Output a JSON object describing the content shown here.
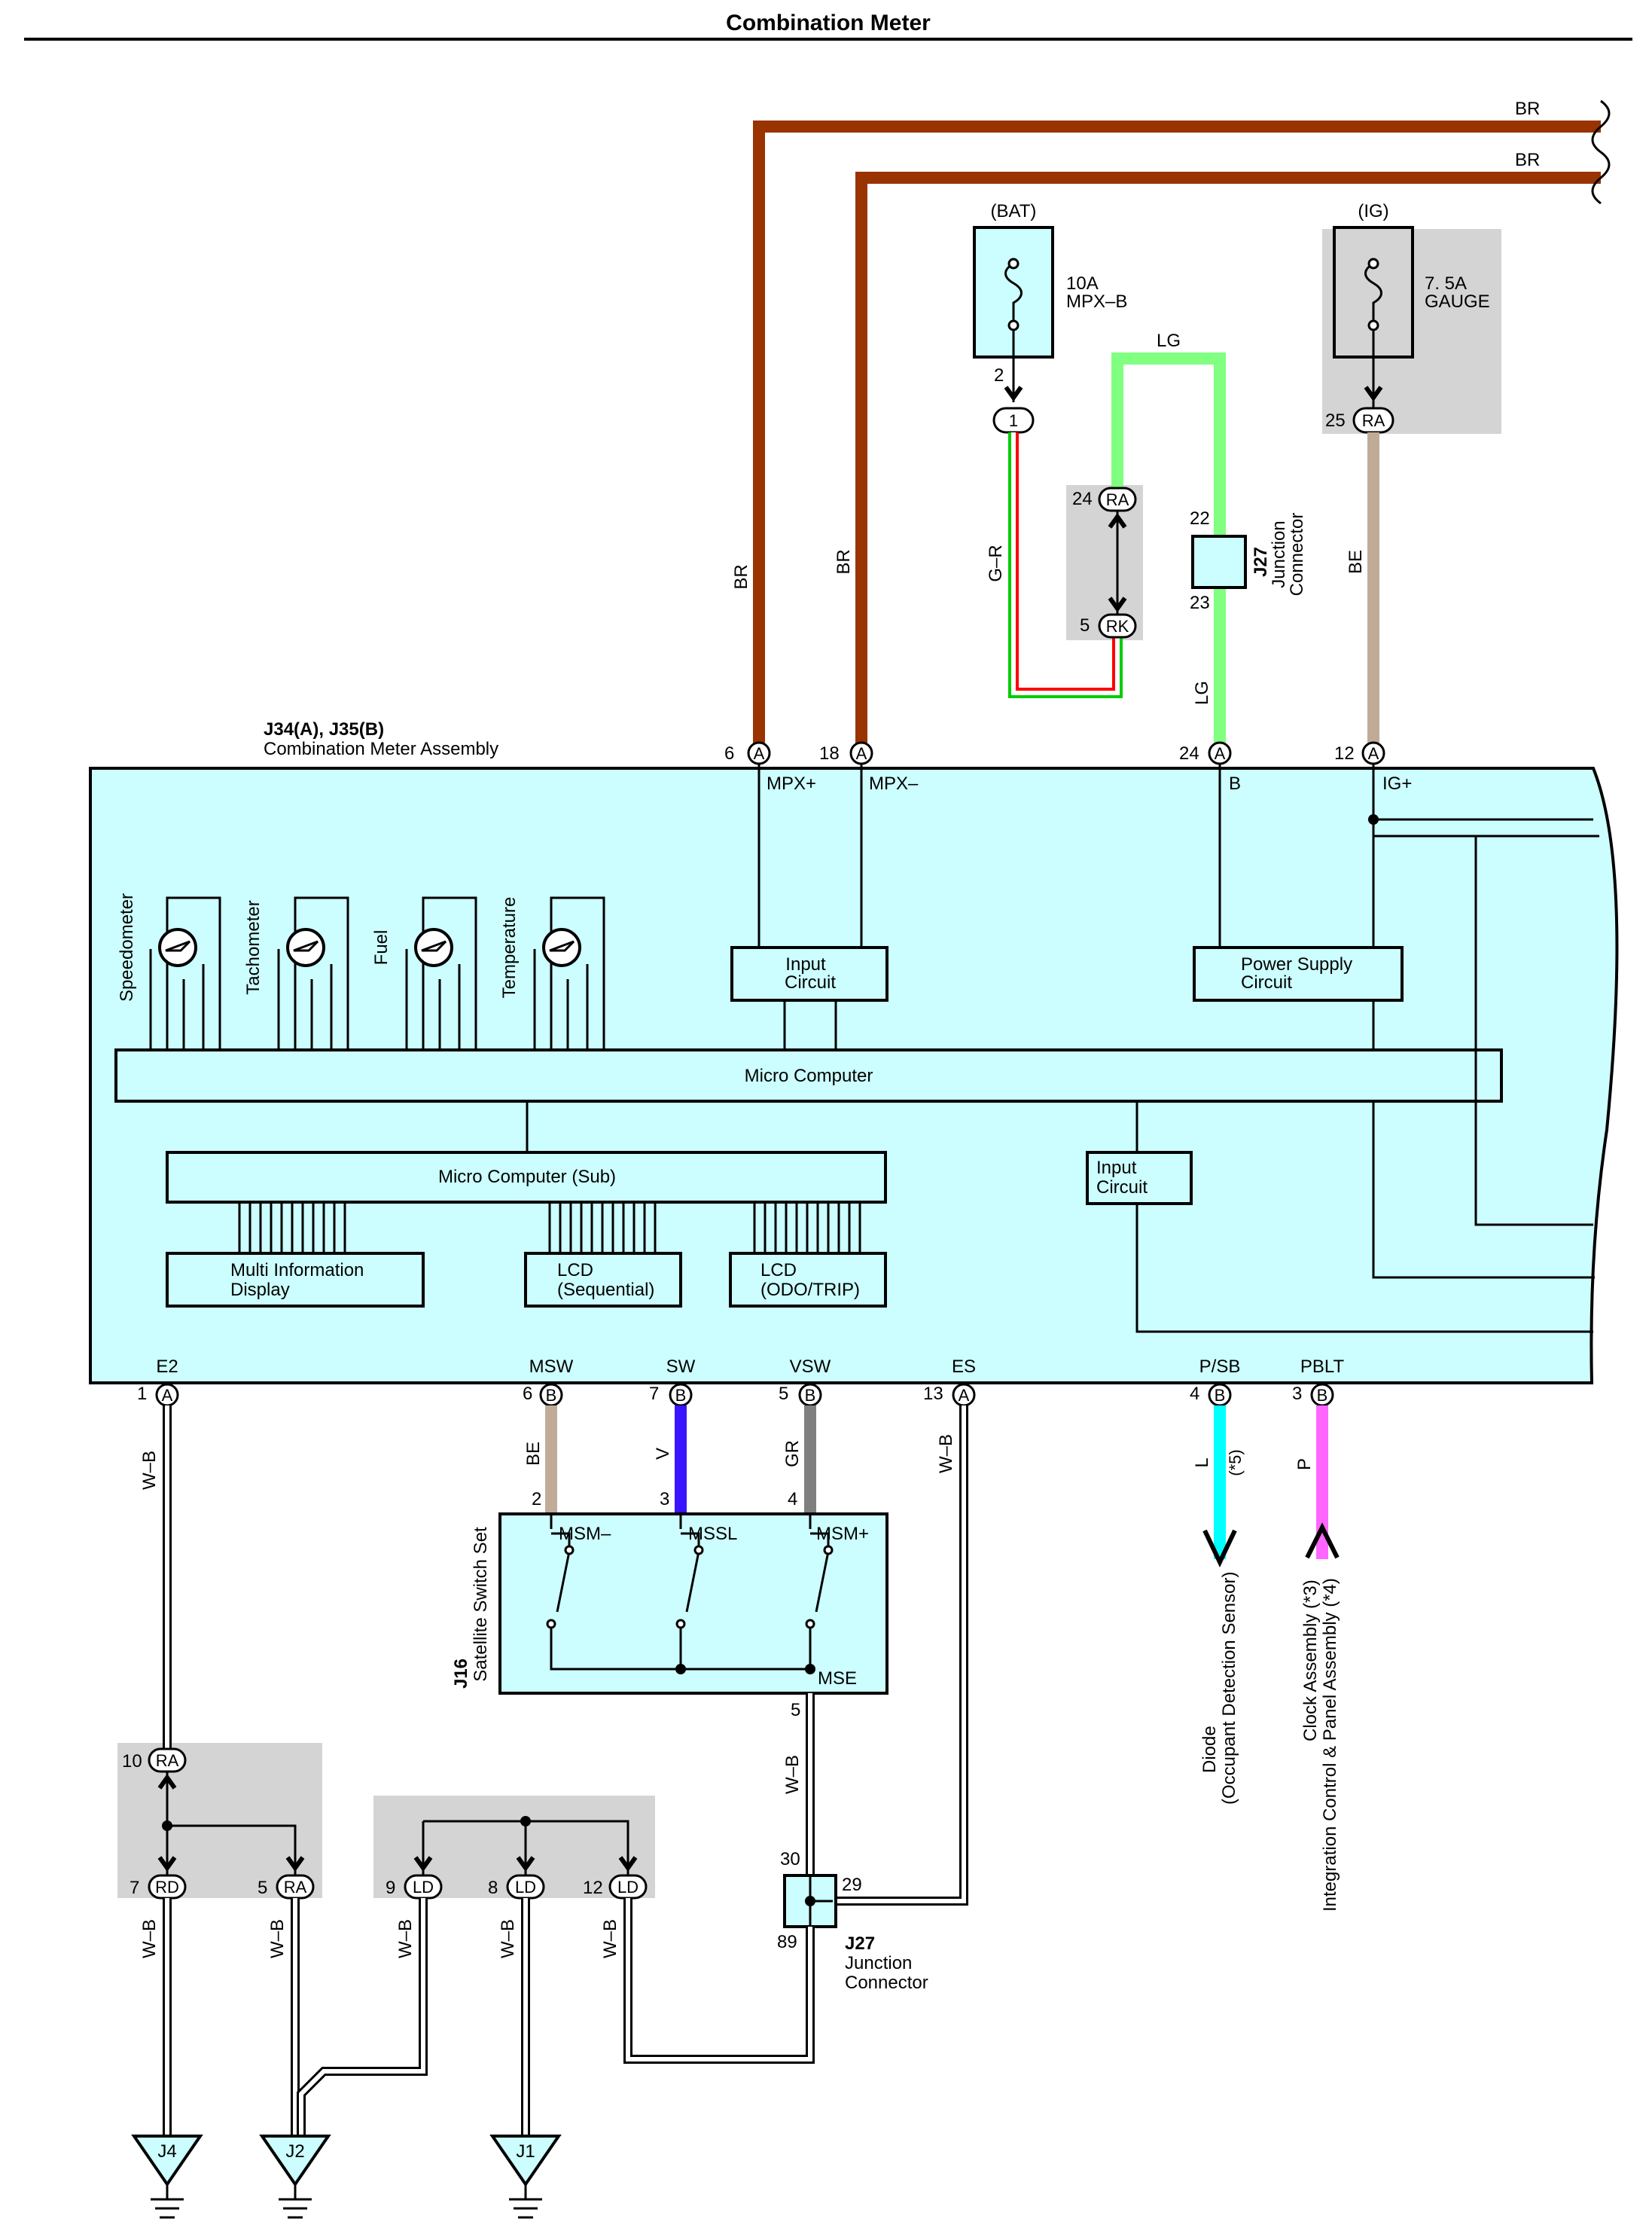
{
  "title": "Combination Meter",
  "colors": {
    "BR": "#993300",
    "LG": "#80ff80",
    "BE": "#c0ab99",
    "V": "#3a14ff",
    "GR": "#808080",
    "L": "#00ffff",
    "P": "#ff66ff",
    "WB": "#000000",
    "GRW_green": "#00cc00",
    "GRW_red": "#ff0000",
    "fill": "#ccfeff",
    "gray": "#d4d4d4"
  },
  "top_wires": {
    "br1": "BR",
    "br2": "BR"
  },
  "wire_labels": {
    "br_left": "BR",
    "br_right": "BR",
    "gr": "G–R",
    "lg_top": "LG",
    "lg_mid": "LG",
    "be_top": "BE",
    "be_msw": "BE",
    "v": "V",
    "gr_vsw": "GR",
    "wb_es": "W–B",
    "wb_e2": "W–B",
    "l": "L",
    "l_note": "(*5)",
    "p": "P",
    "wb_mse": "W–B",
    "wb_rd": "W–B",
    "wb_ra": "W–B",
    "wb_ld9": "W–B",
    "wb_ld8": "W–B",
    "wb_ld12": "W–B"
  },
  "bat_fuse": {
    "header": "(BAT)",
    "rating": "10A",
    "name": "MPX–B",
    "pin": "2",
    "conn": "1"
  },
  "ig_fuse": {
    "header": "(IG)",
    "rating": "7. 5A",
    "name": "GAUGE",
    "pin": "25",
    "conn": "RA"
  },
  "jc_top": {
    "pin_ra": "24",
    "conn_ra": "RA",
    "pin_rk": "5",
    "conn_rk": "RK"
  },
  "j27_top": {
    "id": "J27",
    "name1": "Junction",
    "name2": "Connector",
    "pin_a": "22",
    "pin_b": "23"
  },
  "assembly": {
    "id": "J34(A), J35(B)",
    "name": "Combination Meter Assembly"
  },
  "top_pins": [
    {
      "num": "6",
      "conn": "A",
      "label": "MPX+"
    },
    {
      "num": "18",
      "conn": "A",
      "label": "MPX–"
    },
    {
      "num": "24",
      "conn": "A",
      "label": "B"
    },
    {
      "num": "12",
      "conn": "A",
      "label": "IG+"
    }
  ],
  "gauges": [
    "Speedometer",
    "Tachometer",
    "Fuel",
    "Temperature"
  ],
  "blocks": {
    "input_circuit_top": [
      "Input",
      "Circuit"
    ],
    "power_supply": [
      "Power Supply",
      "Circuit"
    ],
    "micro_computer": "Micro Computer",
    "micro_sub": "Micro Computer (Sub)",
    "input_circuit_right": [
      "Input",
      "Circuit"
    ],
    "mid": [
      "Multi Information",
      "Display"
    ],
    "lcd_seq": [
      "LCD",
      "(Sequential)"
    ],
    "lcd_odo": [
      "LCD",
      "(ODO/TRIP)"
    ]
  },
  "bottom_pins": [
    {
      "num": "1",
      "conn": "A",
      "label": "E2"
    },
    {
      "num": "6",
      "conn": "B",
      "label": "MSW"
    },
    {
      "num": "7",
      "conn": "B",
      "label": "SW"
    },
    {
      "num": "5",
      "conn": "B",
      "label": "VSW"
    },
    {
      "num": "13",
      "conn": "A",
      "label": "ES"
    },
    {
      "num": "4",
      "conn": "B",
      "label": "P/SB"
    },
    {
      "num": "3",
      "conn": "B",
      "label": "PBLT"
    }
  ],
  "switch_set": {
    "id": "J16",
    "name": "Satellite Switch Set",
    "pins": [
      "2",
      "3",
      "4"
    ],
    "labels": [
      "MSM–",
      "MSSL",
      "MSM+"
    ],
    "mse": "MSE",
    "mse_pin": "5"
  },
  "destinations": {
    "diode1": "Diode",
    "diode2": "(Occupant Detection Sensor)",
    "clock1": "Clock Assembly (*3)",
    "clock2": "Integration Control & Panel Assembly (*4)"
  },
  "j27_bottom": {
    "id": "J27",
    "name1": "Junction",
    "name2": "Connector",
    "pin_30": "30",
    "pin_29": "29",
    "pin_89": "89"
  },
  "ra_splice": {
    "pin_in": "10",
    "conn_in": "RA",
    "pin_rd": "7",
    "conn_rd": "RD",
    "pin_ra": "5",
    "conn_ra": "RA"
  },
  "ld_splice": [
    {
      "pin": "9",
      "conn": "LD"
    },
    {
      "pin": "8",
      "conn": "LD"
    },
    {
      "pin": "12",
      "conn": "LD"
    }
  ],
  "grounds": [
    "J4",
    "J2",
    "J1"
  ]
}
